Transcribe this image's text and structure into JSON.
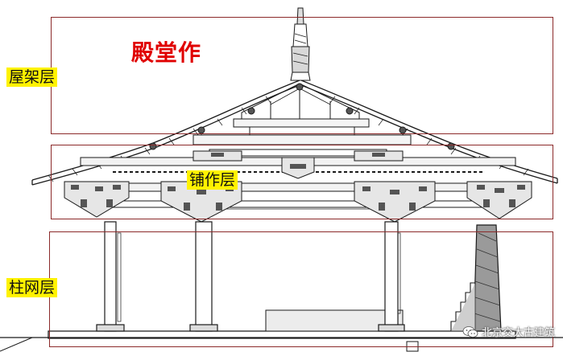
{
  "title": "殿堂作",
  "layers": {
    "roof": "屋架层",
    "bracket": "铺作层",
    "column": "柱网层"
  },
  "watermark": "北京交大古建筑",
  "colors": {
    "title": "#e00000",
    "frame": "#8b2a2a",
    "label_bg": "#fff200",
    "line": "#1a1a1a"
  },
  "icons": {
    "watermark_icon": "wechat-chat-bubbles-icon"
  }
}
